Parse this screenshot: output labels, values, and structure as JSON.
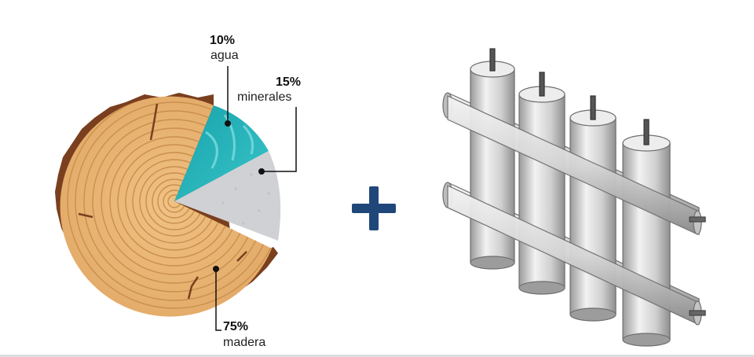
{
  "wood_composition": {
    "segments": [
      {
        "percent": "10%",
        "label": "agua",
        "value": 10,
        "color": "#2fb6bd"
      },
      {
        "percent": "15%",
        "label": "minerales",
        "value": 15,
        "color": "#cfd1d4"
      },
      {
        "percent": "75%",
        "label": "madera",
        "value": 75,
        "color": "#e9b777"
      }
    ],
    "bark_color": "#7a3f1f",
    "ring_color": "#c98f4f"
  },
  "operator": {
    "symbol": "+",
    "color": "#1f477a"
  },
  "electrode_array": {
    "columns": 4,
    "rows_of_bars": 2,
    "color": "#d8d8d8"
  }
}
